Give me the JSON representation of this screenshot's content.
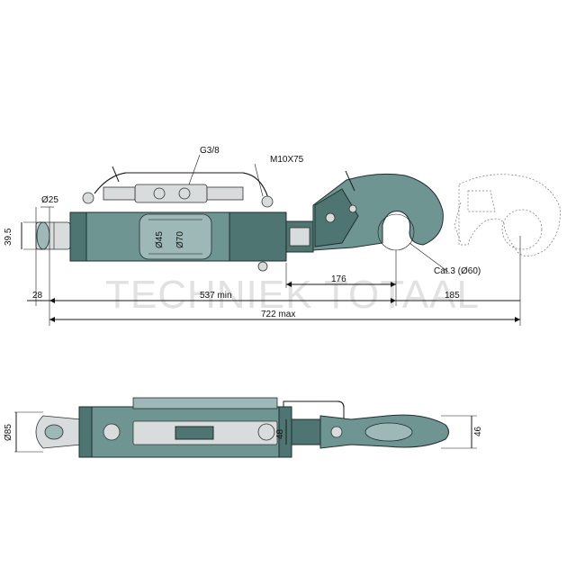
{
  "watermark": "TECHNIEK TOTAAL",
  "labels": {
    "thread": "G3/8",
    "bolt": "M10X75",
    "pin_diameter": "Ø25",
    "height": "39.5",
    "rod_diameter": "Ø45",
    "cylinder_diameter": "Ø70",
    "hook_stroke": "176",
    "category": "Cat.3 (Ø60)",
    "left_offset": "28",
    "min_length": "537 min",
    "hook_length": "185",
    "max_length": "722 max",
    "eye_width": "Ø85",
    "nut_width": "48",
    "hook_width": "46"
  }
}
